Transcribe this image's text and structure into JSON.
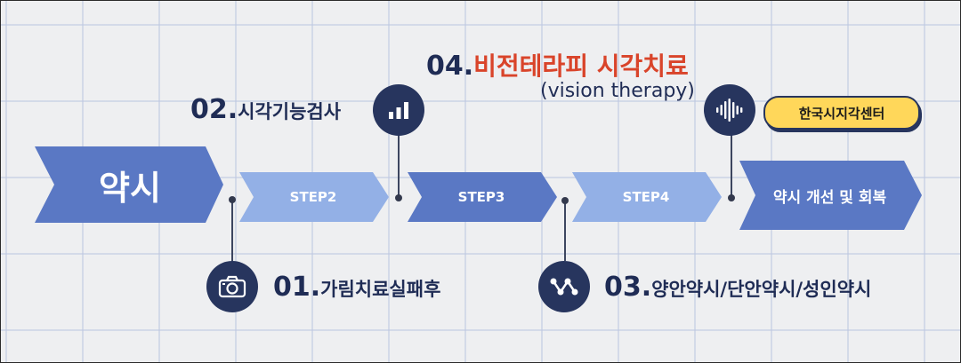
{
  "start": {
    "label": "약시"
  },
  "steps": [
    {
      "label": "STEP2"
    },
    {
      "label": "STEP3"
    },
    {
      "label": "STEP4"
    }
  ],
  "end": {
    "label": "약시 개선 및 회복"
  },
  "stages": [
    {
      "num": "01.",
      "text": "가림치료실패후",
      "icon": "camera-icon"
    },
    {
      "num": "02.",
      "text": "시각기능검사",
      "icon": "bar-chart-icon"
    },
    {
      "num": "03.",
      "text": "양안약시/단안약시/성인약시",
      "icon": "connected-nodes-icon"
    },
    {
      "num": "04.",
      "text": "비전테라피 시각치료",
      "sub": "(vision therapy)",
      "icon": "sound-wave-icon"
    }
  ],
  "badge": {
    "label": "한국시지각센터"
  },
  "colors": {
    "dark_navy": "#27355e",
    "arrow_dark": "#5a78c4",
    "arrow_light": "#93b0e6",
    "highlight_red": "#d9442a",
    "badge_yellow": "#ffd75a"
  }
}
